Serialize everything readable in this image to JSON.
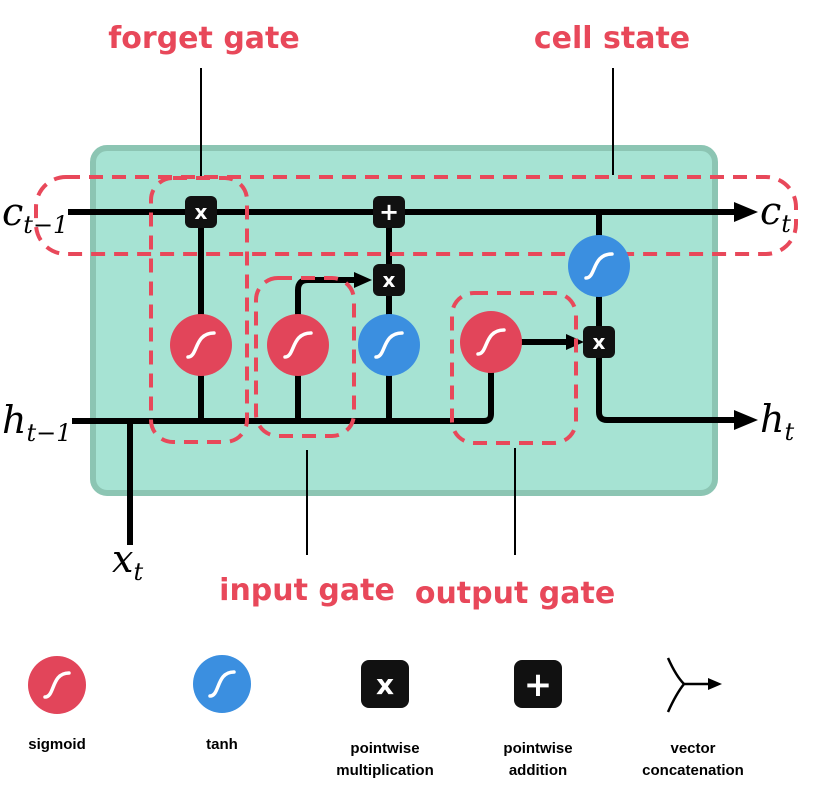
{
  "labels": {
    "forget_gate": "forget gate",
    "cell_state": "cell state",
    "input_gate": "input gate",
    "output_gate": "output gate"
  },
  "math": {
    "c_prev": {
      "base": "c",
      "sub": "t−1"
    },
    "c_next": {
      "base": "c",
      "sub": "t"
    },
    "h_prev": {
      "base": "h",
      "sub": "t−1"
    },
    "h_next": {
      "base": "h",
      "sub": "t"
    },
    "x_in": {
      "base": "x",
      "sub": "t"
    }
  },
  "ops": {
    "multiply": "x",
    "add": "+"
  },
  "legend": [
    {
      "icon": "sigmoid-icon",
      "lines": [
        "sigmoid"
      ]
    },
    {
      "icon": "tanh-icon",
      "lines": [
        "tanh"
      ]
    },
    {
      "icon": "multiply-icon",
      "lines": [
        "pointwise",
        "multiplication"
      ]
    },
    {
      "icon": "add-icon",
      "lines": [
        "pointwise",
        "addition"
      ]
    },
    {
      "icon": "vector-concatenation-icon",
      "lines": [
        "vector",
        "concatenation"
      ]
    }
  ],
  "colors": {
    "cell_fill": "#a6e3d3",
    "cell_border": "#8cc5b3",
    "label_red": "#e8485a",
    "sigmoid": "#e2455a",
    "tanh": "#3b8fe0",
    "op_box": "#111111",
    "line": "#000000"
  }
}
